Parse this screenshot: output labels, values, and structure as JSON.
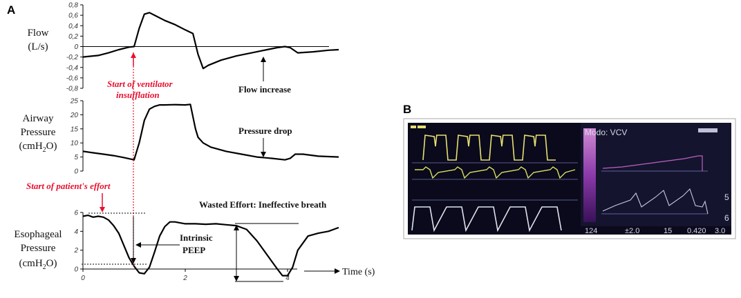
{
  "panel_a_label": "A",
  "panel_b_label": "B",
  "colors": {
    "annotation_red": "#e8102e",
    "trace": "#000000",
    "monitor_bg": "#0a0a1c",
    "monitor_yellow": "#e8e070",
    "monitor_white": "#e0e4ee",
    "monitor_purple": "#b050c8"
  },
  "chart_data": [
    {
      "type": "line",
      "ylabel_lines": [
        "Flow",
        "(L/s)"
      ],
      "yticks": [
        "0,8",
        "0,6",
        "0,4",
        "0,2",
        "0",
        "-0,2",
        "-0,4",
        "-0,6",
        "-0,8"
      ],
      "ylim": [
        -0.8,
        0.8
      ],
      "xlim": [
        0,
        5
      ],
      "x": [
        0,
        0.1,
        0.3,
        0.5,
        0.7,
        0.9,
        1.0,
        1.1,
        1.2,
        1.3,
        1.4,
        1.6,
        1.8,
        2.0,
        2.15,
        2.25,
        2.35,
        2.45,
        2.7,
        3.0,
        3.3,
        3.6,
        3.8,
        3.95,
        4.05,
        4.2,
        4.5,
        4.8,
        5.0
      ],
      "y": [
        -0.2,
        -0.19,
        -0.17,
        -0.12,
        -0.06,
        -0.01,
        0.0,
        0.35,
        0.62,
        0.65,
        0.6,
        0.5,
        0.42,
        0.32,
        0.25,
        -0.15,
        -0.42,
        -0.36,
        -0.26,
        -0.18,
        -0.12,
        -0.06,
        -0.02,
        0.0,
        -0.02,
        -0.12,
        -0.1,
        -0.07,
        -0.06
      ],
      "annotations": [
        {
          "text": "Flow increase",
          "x": 3.95,
          "y": 0.0
        }
      ]
    },
    {
      "type": "line",
      "ylabel_lines": [
        "Airway",
        "Pressure",
        "(cmH2O)"
      ],
      "yticks": [
        "25",
        "20",
        "15",
        "10",
        "5",
        "0"
      ],
      "ylim": [
        0,
        25
      ],
      "xlim": [
        0,
        5
      ],
      "x": [
        0,
        0.2,
        0.4,
        0.6,
        0.8,
        1.0,
        1.1,
        1.2,
        1.3,
        1.4,
        1.5,
        1.6,
        1.8,
        2.0,
        2.1,
        2.2,
        2.25,
        2.35,
        2.5,
        2.8,
        3.1,
        3.4,
        3.7,
        3.95,
        4.05,
        4.15,
        4.3,
        4.6,
        5.0
      ],
      "y": [
        7.0,
        6.5,
        6.0,
        5.5,
        4.8,
        4.0,
        10.0,
        18.0,
        22.0,
        23.0,
        23.5,
        23.5,
        23.6,
        23.5,
        23.7,
        15.0,
        12.0,
        10.0,
        8.5,
        7.0,
        6.0,
        5.0,
        4.5,
        4.0,
        4.5,
        6.0,
        6.0,
        5.3,
        5.0
      ],
      "annotations": [
        {
          "text": "Pressure drop",
          "x": 3.95,
          "y": 4.0
        }
      ]
    },
    {
      "type": "line",
      "ylabel_lines": [
        "Esophageal",
        "Pressure",
        "(cmH2O)"
      ],
      "xlabel": "Time (s)",
      "yticks": [
        "6",
        "4",
        "2",
        "0"
      ],
      "xticks": [
        "0",
        "2",
        "4"
      ],
      "xtick_values": [
        0,
        2,
        4
      ],
      "ylim": [
        0,
        6
      ],
      "xlim": [
        0,
        5
      ],
      "x": [
        0,
        0.1,
        0.2,
        0.3,
        0.4,
        0.5,
        0.6,
        0.7,
        0.8,
        0.9,
        1.0,
        1.1,
        1.2,
        1.3,
        1.4,
        1.5,
        1.6,
        1.7,
        1.8,
        2.0,
        2.2,
        2.4,
        2.6,
        2.8,
        3.0,
        3.2,
        3.4,
        3.6,
        3.8,
        3.9,
        4.0,
        4.1,
        4.2,
        4.4,
        4.6,
        4.8,
        5.0
      ],
      "y": [
        5.6,
        5.7,
        5.5,
        5.6,
        5.5,
        5.2,
        4.6,
        3.8,
        2.5,
        1.2,
        0.3,
        -0.4,
        -0.5,
        0.2,
        1.8,
        3.5,
        4.5,
        5.0,
        5.0,
        4.8,
        4.8,
        4.75,
        4.8,
        4.7,
        4.6,
        4.2,
        3.0,
        1.5,
        0.0,
        -0.7,
        -0.7,
        0.2,
        2.0,
        3.5,
        3.8,
        4.0,
        4.4
      ],
      "annotations": [
        {
          "text": "Intrinsic PEEP"
        },
        {
          "text": "Wasted Effort: Ineffective breath"
        }
      ]
    }
  ],
  "annotations": {
    "start_insufflation_lines": [
      "Start of ventilator",
      "insufflation"
    ],
    "start_effort": "Start of patient's effort",
    "flow_increase": "Flow increase",
    "pressure_drop": "Pressure drop",
    "wasted_effort": "Wasted Effort: Ineffective breath",
    "intrinsic_peep_lines": [
      "Intrinsic",
      "PEEP"
    ],
    "time_label": "Time (s)"
  },
  "monitor": {
    "mode_text": "Modo: VCV",
    "bottom_values": [
      "124",
      "±2.0",
      "15",
      "0.420",
      "3.0"
    ],
    "right_edge_values": [
      "5",
      "6"
    ]
  }
}
